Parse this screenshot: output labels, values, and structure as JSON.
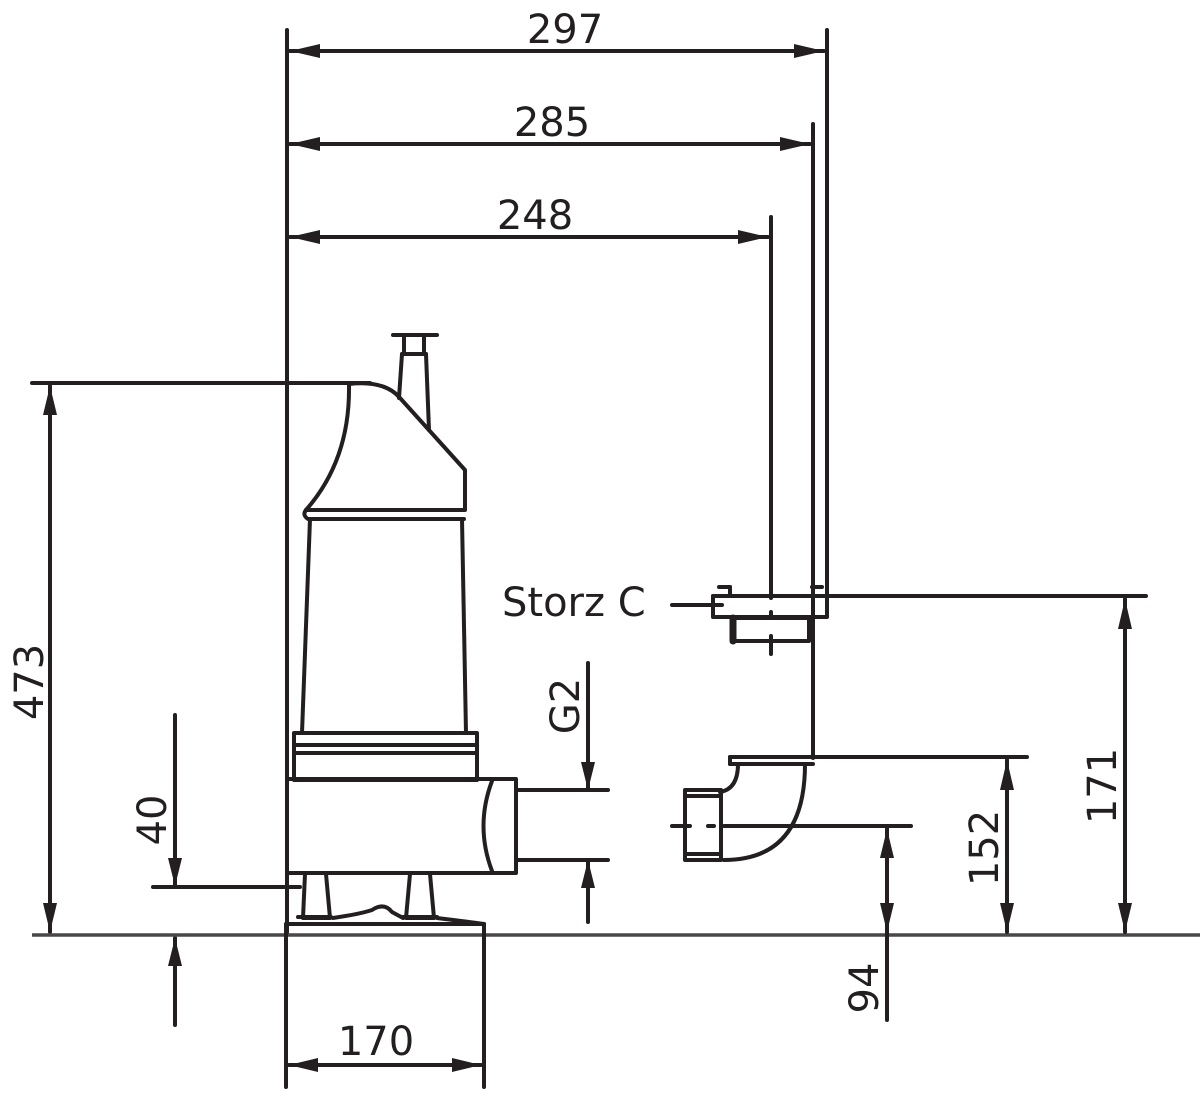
{
  "drawing": {
    "ink_color": "#231f20",
    "background": "#ffffff",
    "subject": "submersible pump dimension drawing"
  },
  "dimensions": {
    "width_overall": "297",
    "width_pipe_outer": "285",
    "width_pipe_center": "248",
    "height_overall": "473",
    "height_base_offset": "40",
    "base_width": "170",
    "thread_size": "G2",
    "outlet_height_storz": "171",
    "outlet_height_elbow_top": "152",
    "outlet_height_elbow_center": "94"
  },
  "labels": {
    "coupling": "Storz C"
  }
}
